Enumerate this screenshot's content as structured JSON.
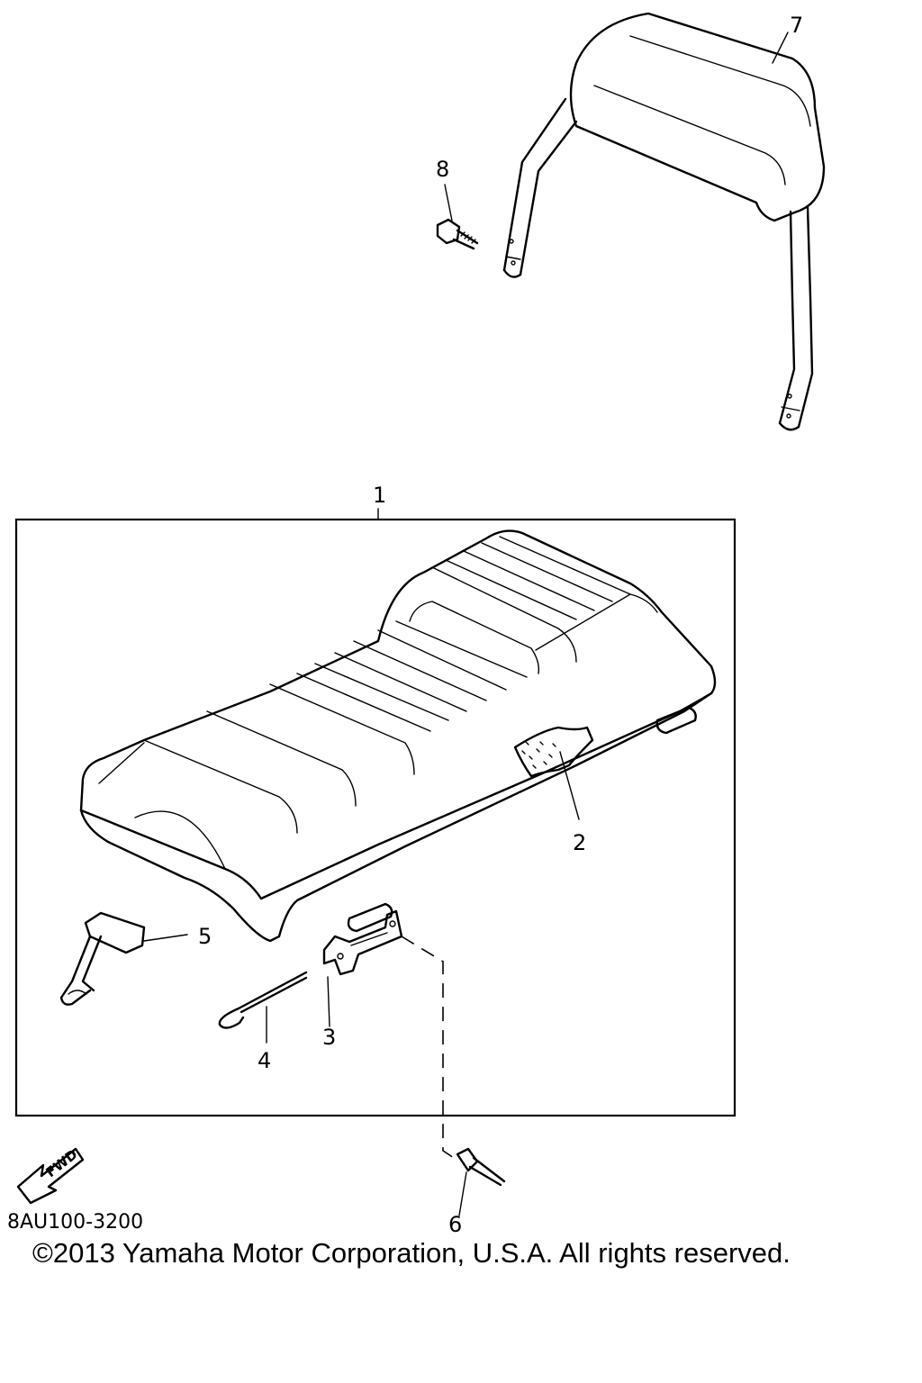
{
  "diagram": {
    "callouts": {
      "p1": "1",
      "p2": "2",
      "p3": "3",
      "p4": "4",
      "p5": "5",
      "p6": "6",
      "p7": "7",
      "p8": "8"
    },
    "fwd_label": "FWD",
    "part_code": "8AU100-3200"
  },
  "footer": {
    "copyright": "©2013 Yamaha Motor Corporation, U.S.A. All rights reserved."
  }
}
